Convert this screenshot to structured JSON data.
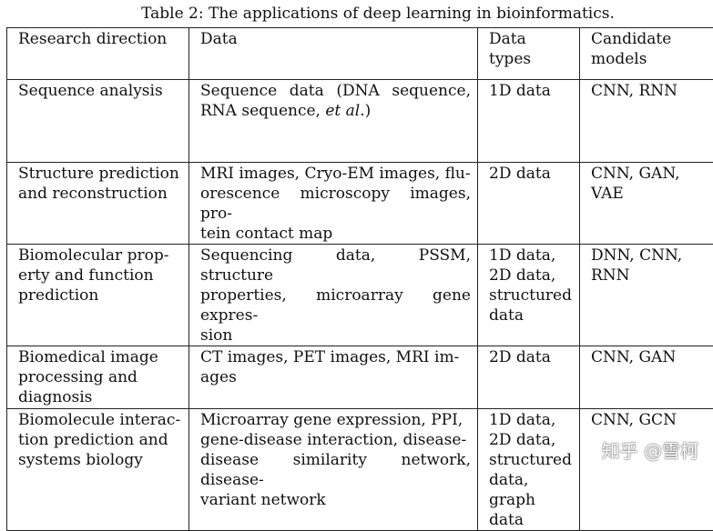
{
  "caption": "Table 2: The applications of deep learning in bioinformatics.",
  "header": {
    "col1": "Research direction",
    "col2": "Data",
    "col3": "Data types",
    "col4_line1": "Candidate",
    "col4_line2": "models"
  },
  "rows": [
    {
      "direction": [
        "Sequence analysis"
      ],
      "data_pre": "Sequence data (DNA sequence, RNA sequence, ",
      "data_em": "et al.",
      "data_post": ")",
      "types": [
        "1D data"
      ],
      "models": [
        "CNN, RNN"
      ]
    },
    {
      "direction": [
        "Structure prediction",
        "and reconstruction"
      ],
      "data": [
        "MRI images, Cryo-EM images, flu-",
        "orescence microscopy images, pro-",
        "tein contact map"
      ],
      "types": [
        "2D data"
      ],
      "models": [
        "CNN, GAN,",
        "VAE"
      ]
    },
    {
      "direction": [
        "Biomolecular prop-",
        "erty and function",
        "prediction"
      ],
      "data": [
        "Sequencing data, PSSM, structure",
        "properties, microarray gene expres-",
        "sion"
      ],
      "types": [
        "1D data,",
        "2D data,",
        "structured",
        "data"
      ],
      "models": [
        "DNN, CNN,",
        "RNN"
      ]
    },
    {
      "direction": [
        "Biomedical image",
        "processing and",
        "diagnosis"
      ],
      "data": [
        "CT images, PET images, MRI im-",
        "ages"
      ],
      "types": [
        "2D data"
      ],
      "models": [
        "CNN, GAN"
      ]
    },
    {
      "direction": [
        "Biomolecule interac-",
        "tion prediction and",
        "systems biology"
      ],
      "data": [
        "Microarray gene expression, PPI,",
        "gene-disease interaction, disease-",
        "disease similarity network, disease-",
        "variant network"
      ],
      "types": [
        "1D data,",
        "2D data,",
        "structured",
        "data,",
        "graph data"
      ],
      "models": [
        "CNN, GCN"
      ]
    }
  ],
  "watermark": "知乎 @雪柯"
}
